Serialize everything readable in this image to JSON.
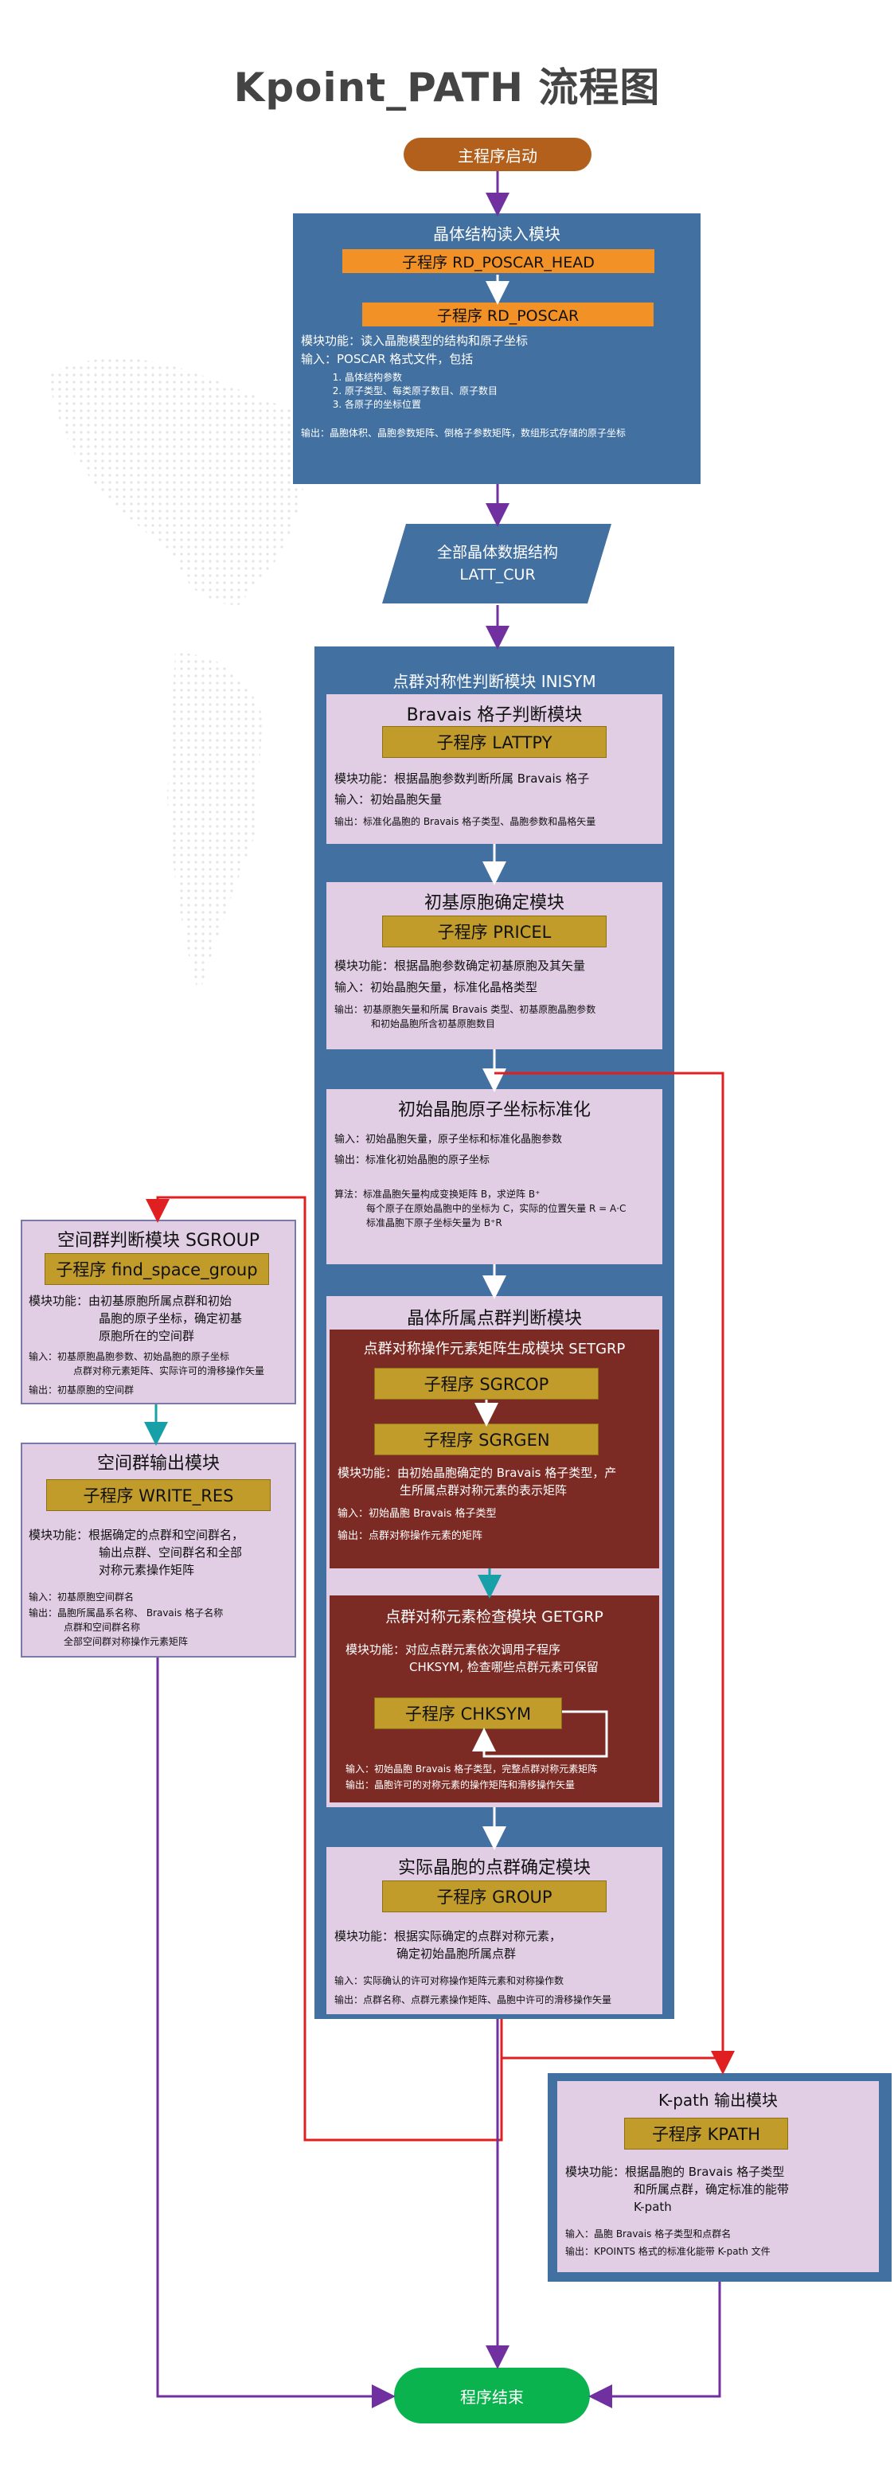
{
  "title": "Kpoint_PATH 流程图",
  "start": "主程序启动",
  "end": "程序结束",
  "read_module": {
    "title": "晶体结构读入模块",
    "sub1": "子程序  RD_POSCAR_HEAD",
    "sub2": "子程序 RD_POSCAR",
    "func": "模块功能：读入晶胞模型的结构和原子坐标",
    "input": "输入：POSCAR 格式文件，包括",
    "items": [
      "晶体结构参数",
      "原子类型、每类原子数目、原子数目",
      "各原子的坐标位置"
    ],
    "output": "输出：晶胞体积、晶胞参数矩阵、倒格子参数矩阵，数组形式存储的原子坐标"
  },
  "data_block": {
    "line1": "全部晶体数据结构",
    "line2": "LATT_CUR"
  },
  "inisym": {
    "title": "点群对称性判断模块 INISYM",
    "bravais": {
      "title": "Bravais 格子判断模块",
      "sub": "子程序 LATTPY",
      "func": "模块功能：根据晶胞参数判断所属 Bravais 格子",
      "input": "输入：初始晶胞矢量",
      "output": "输出：标准化晶胞的  Bravais  格子类型、晶胞参数和晶格矢量"
    },
    "primitive": {
      "title": "初基原胞确定模块",
      "sub": "子程序 PRICEL",
      "func": "模块功能：根据晶胞参数确定初基原胞及其矢量",
      "input": "输入：初始晶胞矢量，标准化晶格类型",
      "output1": "输出：初基原胞矢量和所属 Bravais 类型、初基原胞晶胞参数",
      "output2": "和初始晶胞所含初基原胞数目"
    },
    "coord": {
      "title": "初始晶胞原子坐标标准化",
      "input": "输入：初始晶胞矢量，原子坐标和标准化晶胞参数",
      "output": "输出：标准化初始晶胞的原子坐标",
      "algo1": "算法：标准晶胞矢量构成变换矩阵  B，求逆阵  B⁺",
      "algo2": "每个原子在原始晶胞中的坐标为  C，实际的位置矢量 R = A·C",
      "algo3": "标准晶胞下原子坐标矢量为   B⁺R"
    },
    "pointgroup": {
      "title": "晶体所属点群判断模块",
      "setgrp": {
        "title": "点群对称操作元素矩阵生成模块 SETGRP",
        "sub1": "子程序 SGRCOP",
        "sub2": "子程序 SGRGEN",
        "func1": "模块功能：由初始晶胞确定的 Bravais 格子类型，产",
        "func2": "生所属点群对称元素的表示矩阵",
        "input": "输入：初始晶胞 Bravais 格子类型",
        "output": "输出：点群对称操作元素的矩阵"
      },
      "getgrp": {
        "title": "点群对称元素检查模块   GETGRP",
        "func1": "模块功能：对应点群元素依次调用子程序",
        "func2": "CHKSYM, 检查哪些点群元素可保留",
        "sub": "子程序 CHKSYM",
        "input": "输入：初始晶胞 Bravais 格子类型，完整点群对称元素矩阵",
        "output": "输出：晶胞许可的对称元素的操作矩阵和滑移操作矢量"
      }
    },
    "group": {
      "title": "实际晶胞的点群确定模块",
      "sub": "子程序 GROUP",
      "func1": "模块功能：根据实际确定的点群对称元素，",
      "func2": "确定初始晶胞所属点群",
      "input": "输入：实际确认的许可对称操作矩阵元素和对称操作数",
      "output": "输出：点群名称、点群元素操作矩阵、晶胞中许可的滑移操作矢量"
    }
  },
  "sgroup": {
    "title": "空间群判断模块 SGROUP",
    "sub": "子程序 find_space_group",
    "func1": "模块功能：由初基原胞所属点群和初始",
    "func2": "晶胞的原子坐标，确定初基",
    "func3": "原胞所在的空间群",
    "input1": "输入：初基原胞晶胞参数、初始晶胞的原子坐标",
    "input2": "点群对称元素矩阵、实际许可的滑移操作矢量",
    "output": "输出：初基原胞的空间群"
  },
  "write_res": {
    "title": "空间群输出模块",
    "sub": "子程序 WRITE_RES",
    "func1": "模块功能：根据确定的点群和空间群名，",
    "func2": "输出点群、空间群名和全部",
    "func3": "对称元素操作矩阵",
    "input": "输入：初基原胞空间群名",
    "output1": "输出：晶胞所属晶系名称、  Bravais 格子名称",
    "output2": "点群和空间群名称",
    "output3": "全部空间群对称操作元素矩阵"
  },
  "kpath": {
    "title": "K-path 输出模块",
    "sub": "子程序 KPATH",
    "func1": "模块功能：根据晶胞的 Bravais 格子类型",
    "func2": "和所属点群，确定标准的能带",
    "func3": "K-path",
    "input": "输入：晶胞 Bravais 格子类型和点群名",
    "output": "输出：KPOINTS 格式的标准化能带 K-path 文件"
  },
  "colors": {
    "blue": "#4170a1",
    "panel": "#e1cde4",
    "gold": "#c29c2a",
    "orange": "#f29125",
    "darkred": "#7c2a24",
    "start": "#b4601d",
    "end": "#0ab34e",
    "purple": "#7030a0",
    "red": "#e02020",
    "teal": "#18a0a8"
  }
}
